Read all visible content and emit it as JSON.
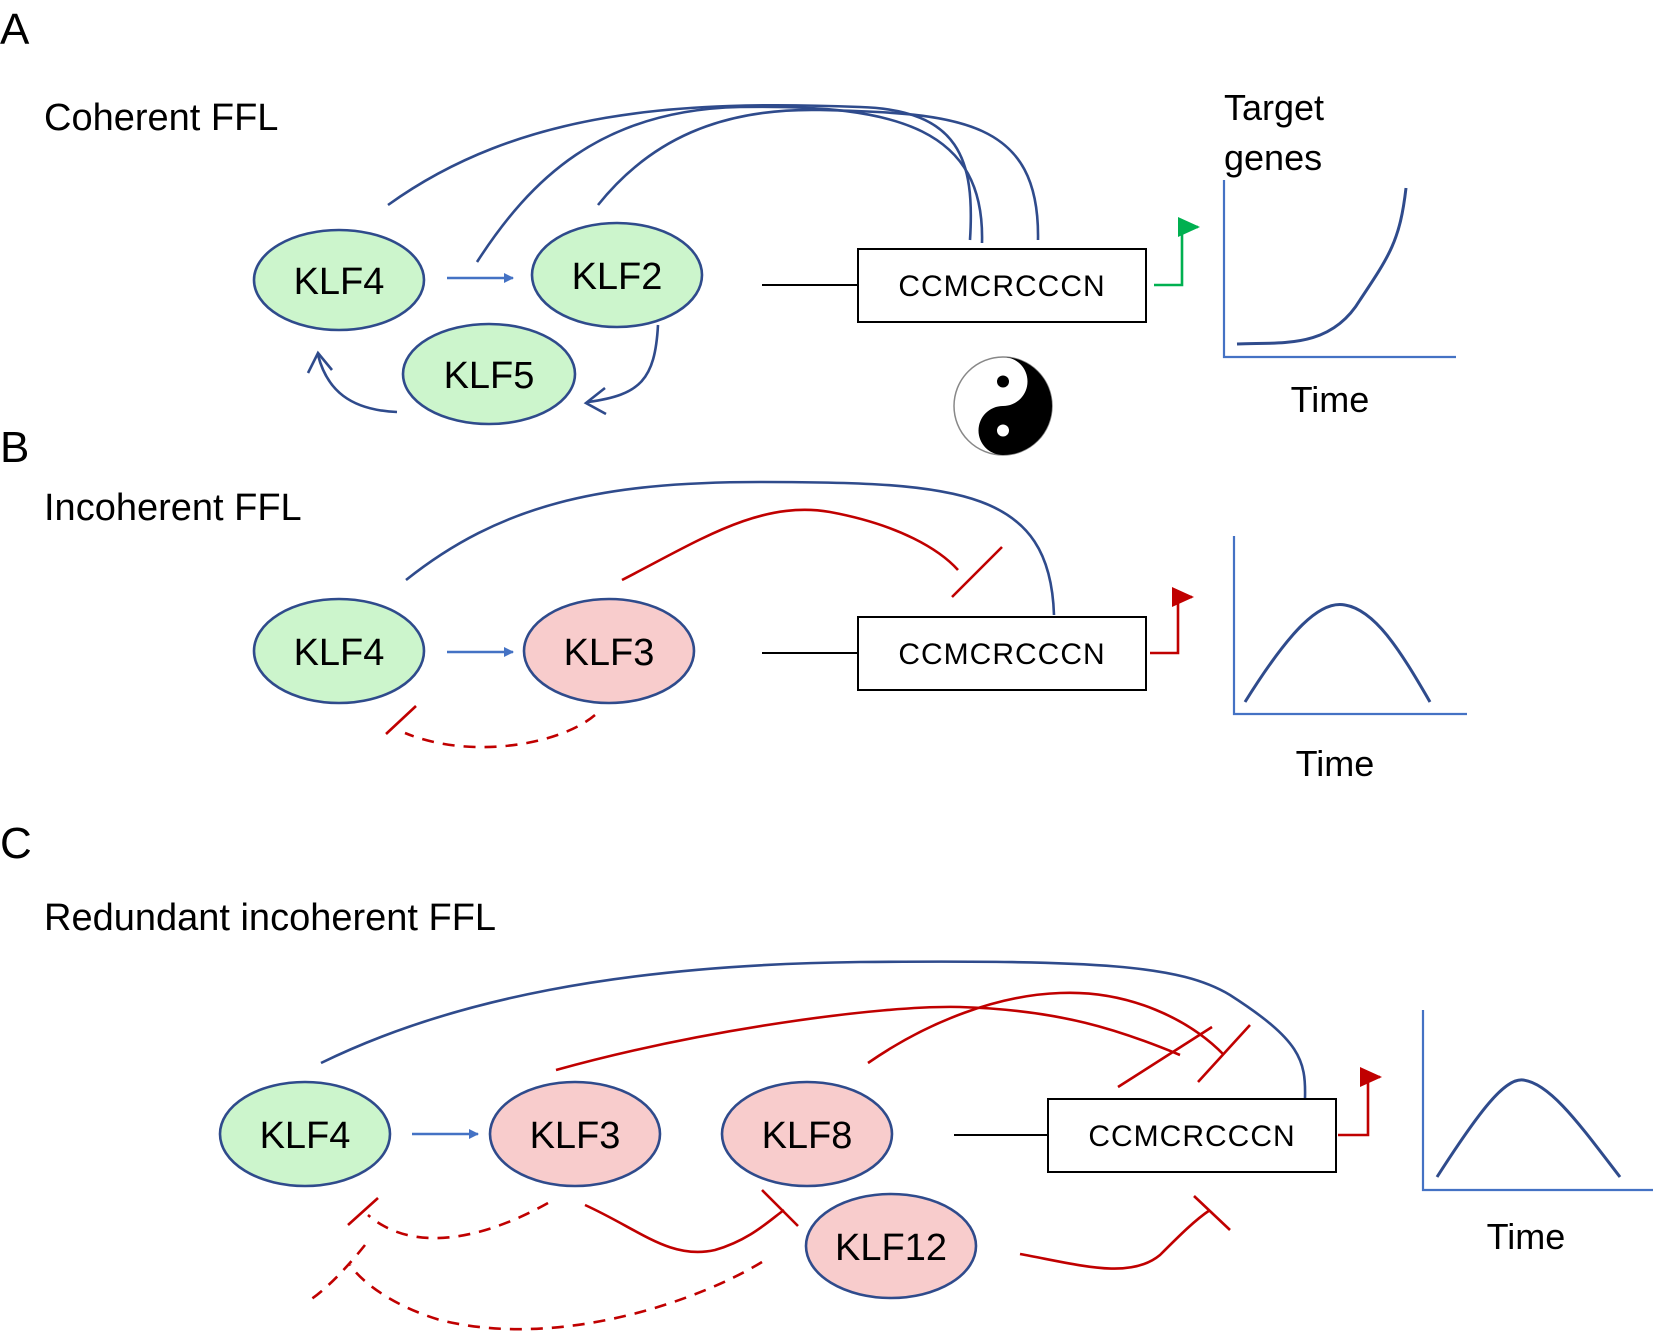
{
  "panels": {
    "a": {
      "letter": "A",
      "title": "Coherent FFL",
      "target_label_1": "Target",
      "target_label_2": "genes",
      "time_label": "Time"
    },
    "b": {
      "letter": "B",
      "title": "Incoherent FFL",
      "time_label": "Time"
    },
    "c": {
      "letter": "C",
      "title": "Redundant incoherent FFL",
      "time_label": "Time"
    }
  },
  "nodes": {
    "a_klf4": "KLF4",
    "a_klf2": "KLF2",
    "a_klf5": "KLF5",
    "b_klf4": "KLF4",
    "b_klf3": "KLF3",
    "c_klf4": "KLF4",
    "c_klf3": "KLF3",
    "c_klf8": "KLF8",
    "c_klf12": "KLF12"
  },
  "promoter": "CCMCRCCCN",
  "colors": {
    "activator_fill": "#ccf5cc",
    "repressor_fill": "#f8cccc",
    "node_stroke": "#2f4b8c",
    "activation_edge": "#2f4b8c",
    "repression_edge": "#c00000",
    "output_up": "#00b050",
    "output_down": "#c00000",
    "axis": "#4472c4"
  },
  "icons": {
    "yin_yang": "yin-yang-icon"
  }
}
